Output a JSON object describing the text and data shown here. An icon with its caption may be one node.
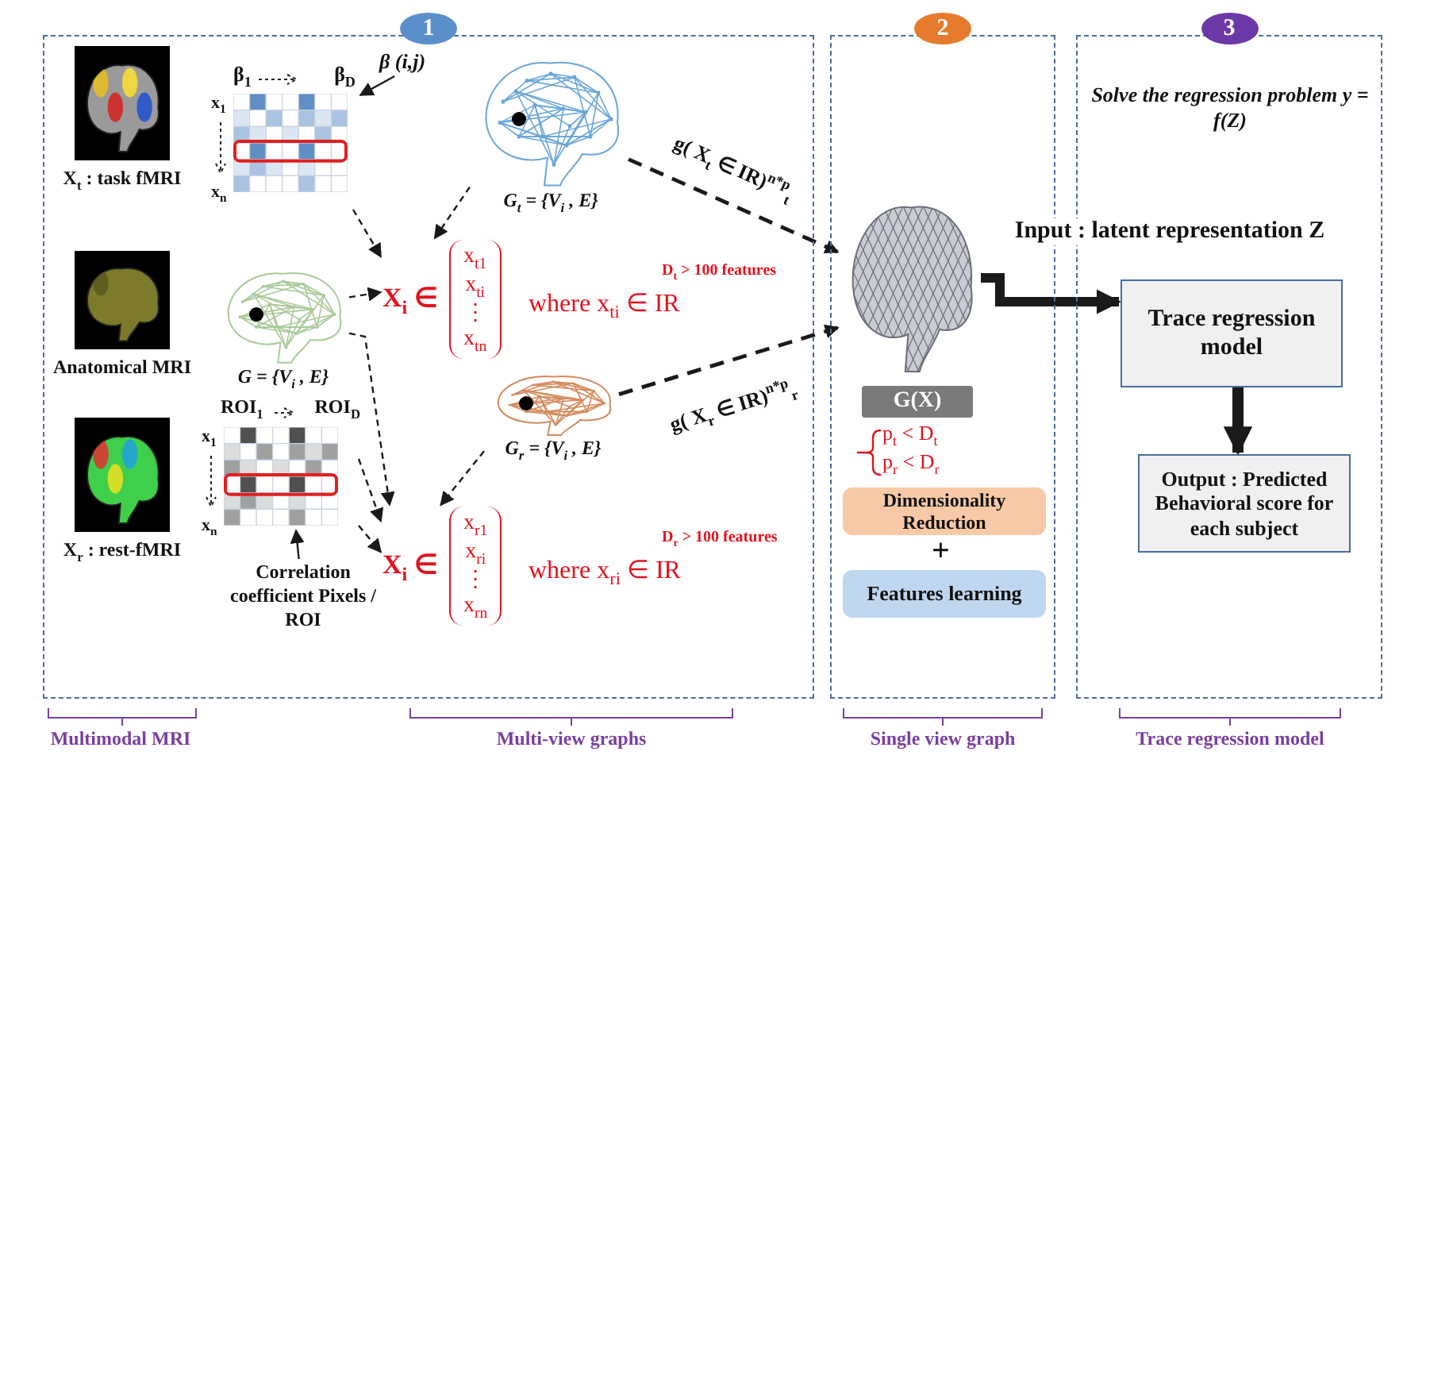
{
  "diagram": {
    "nodes": [
      {
        "text": [
          "1"
        ]
      },
      {
        "text": [
          "X$_{t}$ : task fMRI"
        ],
        "in": 0
      },
      {
        "text": [
          "Anatomical MRI"
        ],
        "in": 0
      },
      {
        "text": [
          "X$_{r}$ : rest-fMRI"
        ],
        "in": 0
      },
      {
        "text": [
          "β$_{1}$",
          "β$_{D}$",
          "x$_{1}$",
          "x$_{n}$"
        ],
        "in": 0
      },
      {
        "text": [
          "β (i,j)"
        ],
        "in": 0
      },
      {
        "text": [
          "G$_{t}$ = {V$_{i}$ , E}"
        ],
        "in": 0
      },
      {
        "text": [
          "G = {V$_{i}$ , E}"
        ],
        "in": 0
      },
      {
        "text": [
          "ROI$_{1}$",
          "ROI$_{D}$",
          "x$_{1}$",
          "x$_{n}$"
        ],
        "in": 0
      },
      {
        "text": [
          "Correlation coefficient Pixels / ROI"
        ],
        "in": 0
      },
      {
        "text": [
          "G$_{r}$ = {V$_{i}$ , E}"
        ],
        "in": 0
      },
      {
        "text": [
          "X$_{i}$ ∈",
          "x$_{t1}$ x$_{ti}$ ⋮ x$_{tn}$",
          "where x$_{ti}$ ∈ IR",
          "D$_{t}$ > 100 features"
        ],
        "in": 0
      },
      {
        "text": [
          "X$_{i}$ ∈",
          "x$_{r1}$ x$_{ri}$ ⋮ x$_{rn}$",
          "where x$_{ri}$ ∈ IR",
          "D$_{r}$ > 100 features"
        ],
        "in": 0
      },
      {
        "text": [
          "2"
        ]
      },
      {
        "text": [
          "G(X)"
        ],
        "in": 13
      },
      {
        "text": [
          "Dimensionality Reduction"
        ],
        "in": 13
      },
      {
        "text": [
          "Features learning"
        ],
        "in": 13
      },
      {
        "text": [
          "3"
        ]
      },
      {
        "text": [
          "Trace regression model"
        ],
        "in": 17
      },
      {
        "text": [
          "Output : Predicted Behavioral score for each subject"
        ],
        "in": 17
      }
    ],
    "edges": [
      {
        "from": 4,
        "to": 11,
        "arrow": "to",
        "style": "dashed"
      },
      {
        "from": 6,
        "to": 11,
        "arrow": "to",
        "style": "dashed"
      },
      {
        "from": 7,
        "to": 11,
        "arrow": "to",
        "style": "dashed"
      },
      {
        "from": 5,
        "to": 4,
        "arrow": "to"
      },
      {
        "from": 7,
        "to": 12,
        "arrow": "to",
        "style": "dashed"
      },
      {
        "from": 8,
        "to": 12,
        "arrow": "to",
        "style": "dashed"
      },
      {
        "from": 8,
        "to": 12,
        "arrow": "to",
        "style": "dashed"
      },
      {
        "from": 10,
        "to": 12,
        "arrow": "to",
        "style": "dashed"
      },
      {
        "from": 9,
        "to": 8,
        "arrow": "to"
      },
      {
        "from": 6,
        "to": 14,
        "arrow": "to",
        "style": "dashed",
        "label": "g( X$_{t}$ ∈ IR)$^{n*p}$$_{t}$"
      },
      {
        "from": 10,
        "to": 14,
        "arrow": "to",
        "style": "dashed",
        "label": "g( X$_{r}$ ∈ IR)$^{n*p}$$_{r}$"
      },
      {
        "from": 14,
        "to": 18,
        "arrow": "to",
        "style": "thick",
        "label": "Input : latent representation Z"
      },
      {
        "from": 18,
        "to": 19,
        "arrow": "to",
        "style": "thick"
      }
    ],
    "labels": [
      "Solve the regression problem y = f(Z)",
      "p$_{t}$ < D$_{t}$",
      "p$_{r}$ < D$_{r}$",
      "+",
      "Multimodal MRI",
      "Multi-view graphs",
      "Single view graph",
      "Trace regression model"
    ]
  }
}
